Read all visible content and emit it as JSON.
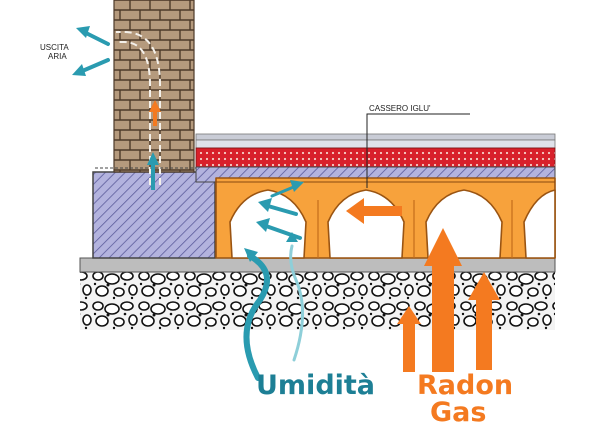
{
  "labels": {
    "air_outlet_line1": "USCITA",
    "air_outlet_line2": "ARIA",
    "formwork": "CASSERO IGLU'",
    "humidity": "Umidità",
    "radon_line1": "Radon",
    "radon_line2": "Gas"
  },
  "colors": {
    "brick": "#b59a7d",
    "mortar": "#5a4634",
    "igloo": "#f7a23c",
    "igloo_edge": "#9a5412",
    "concrete_hatch": "#8c8cc4",
    "insulation": "#d8202b",
    "slab": "#bdbdbd",
    "gravel": "#efefef",
    "humidity_arrow": "#2a9bb0",
    "radon_arrow": "#f47a20"
  },
  "icons": {
    "humidity_arrows": "curved-arrow-icon",
    "radon_arrows": "up-arrow-icon",
    "air_outlet_arrows": "arrow-icon"
  }
}
